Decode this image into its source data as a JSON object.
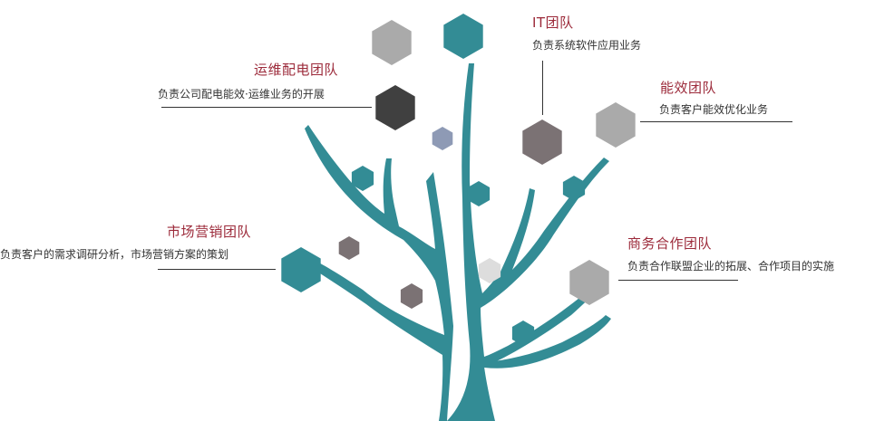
{
  "colors": {
    "teal": "#338c95",
    "dark": "#404040",
    "gray": "#aaaaaa",
    "taupe": "#7b7274",
    "slate": "#8e9ab5",
    "light": "#dddddd",
    "title": "#9c2a3a",
    "text": "#333333"
  },
  "teams": {
    "ops": {
      "title": "运维配电团队",
      "desc": "负责公司配电能效·运维业务的开展"
    },
    "it": {
      "title": "IT团队",
      "desc": "负责系统软件应用业务"
    },
    "energy": {
      "title": "能效团队",
      "desc": "负责客户能效优化业务"
    },
    "marketing": {
      "title": "市场营销团队",
      "desc": "负责客户的需求调研分析，市场营销方案的策划"
    },
    "business": {
      "title": "商务合作团队",
      "desc": "负责合作联盟企业的拓展、合作项目的实施"
    }
  }
}
